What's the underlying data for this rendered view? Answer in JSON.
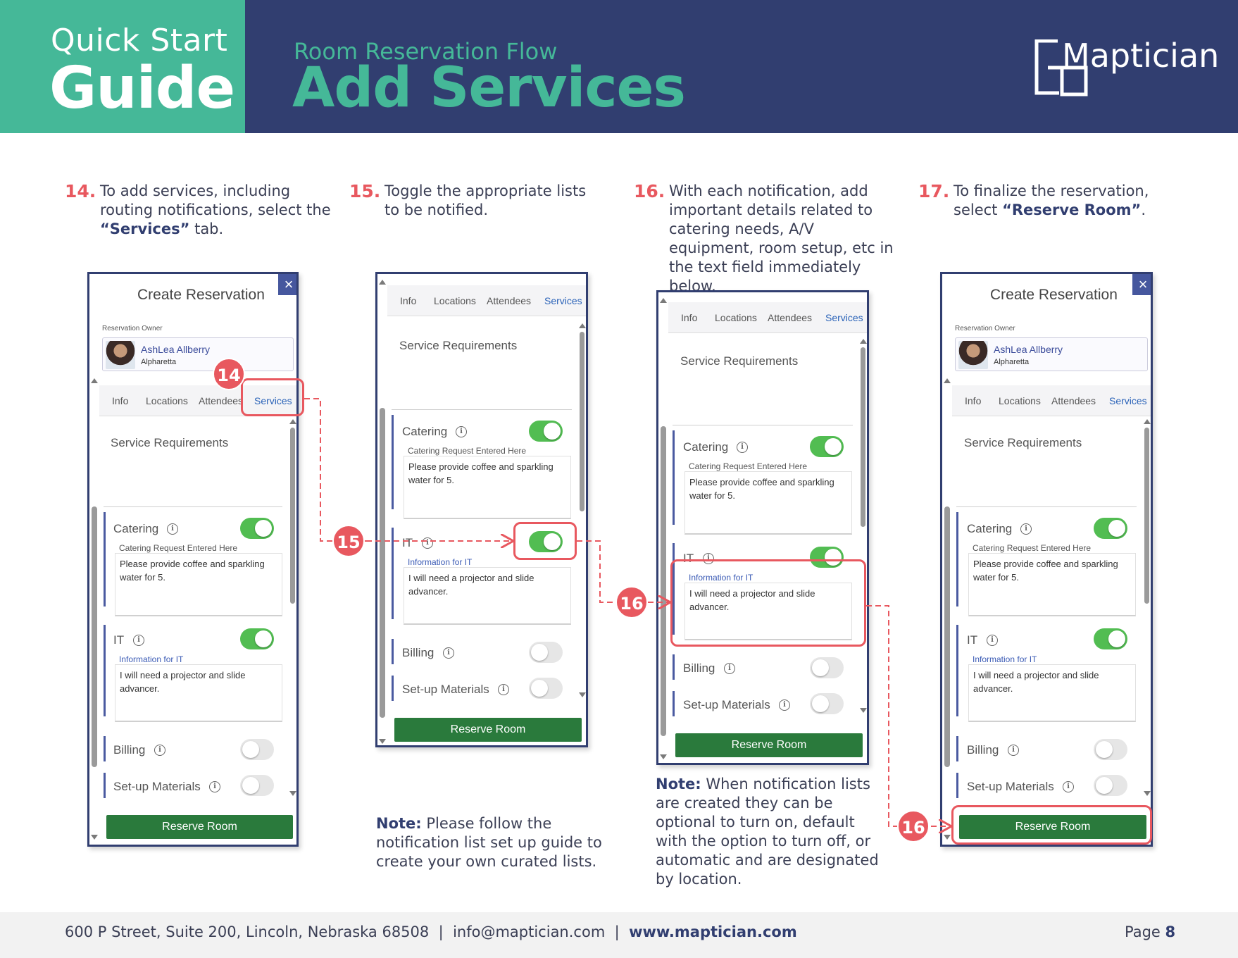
{
  "header": {
    "guide_small": "Quick Start",
    "guide_big": "Guide",
    "flow_subtitle": "Room Reservation Flow",
    "flow_title": "Add Services",
    "logo_text": "Maptician",
    "colors": {
      "teal": "#45b898",
      "navy": "#313e70",
      "accent_red": "#e8585f",
      "toggle_green": "#52bd52",
      "button_green": "#2a7a3c"
    }
  },
  "steps": [
    {
      "num": "14.",
      "pre": "To add services, including routing notifications, select the ",
      "bold": "“Services”",
      "post": " tab."
    },
    {
      "num": "15.",
      "pre": "Toggle the appropriate lists to be notified.",
      "bold": "",
      "post": ""
    },
    {
      "num": "16.",
      "pre": "With each notification, add important details related to catering needs, A/V equipment, room setup, etc in the text field immediately below.",
      "bold": "",
      "post": ""
    },
    {
      "num": "17.",
      "pre": "To finalize the reservation, select ",
      "bold": "“Reserve Room”",
      "post": "."
    }
  ],
  "reservation": {
    "title": "Create Reservation",
    "close_icon": "×",
    "owner_label": "Reservation Owner",
    "owner_name": "AshLea Allberry",
    "owner_location": "Alpharetta",
    "tabs": [
      "Info",
      "Locations",
      "Attendees",
      "Services"
    ],
    "service_requirements": "Service Requirements",
    "catering_label": "Catering",
    "catering_sub": "Catering Request Entered Here",
    "catering_text": "Please provide coffee and sparkling water for 5.",
    "it_label": "IT",
    "it_sub": "Information for IT",
    "it_text": "I will need a projector and slide advancer.",
    "billing_label": "Billing",
    "setup_label": "Set-up Materials",
    "info_glyph": "i",
    "reserve_button": "Reserve Room",
    "toggles": {
      "catering": true,
      "it": true,
      "billing": false,
      "setup": false
    }
  },
  "badges": [
    "14",
    "15",
    "16",
    "16"
  ],
  "notes": {
    "note1_bold": "Note:",
    "note1_text": " Please follow the notification list set up guide to create your own curated lists.",
    "note2_bold": "Note:",
    "note2_text": " When notification lists are created they can be optional to turn on, default with the option to turn off, or automatic and are designated by location."
  },
  "footer": {
    "address": "600 P Street, Suite 200, Lincoln, Nebraska 68508",
    "separator": "|",
    "email": "info@maptician.com",
    "website": "www.maptician.com",
    "page_label": "Page",
    "page_number": "8"
  }
}
